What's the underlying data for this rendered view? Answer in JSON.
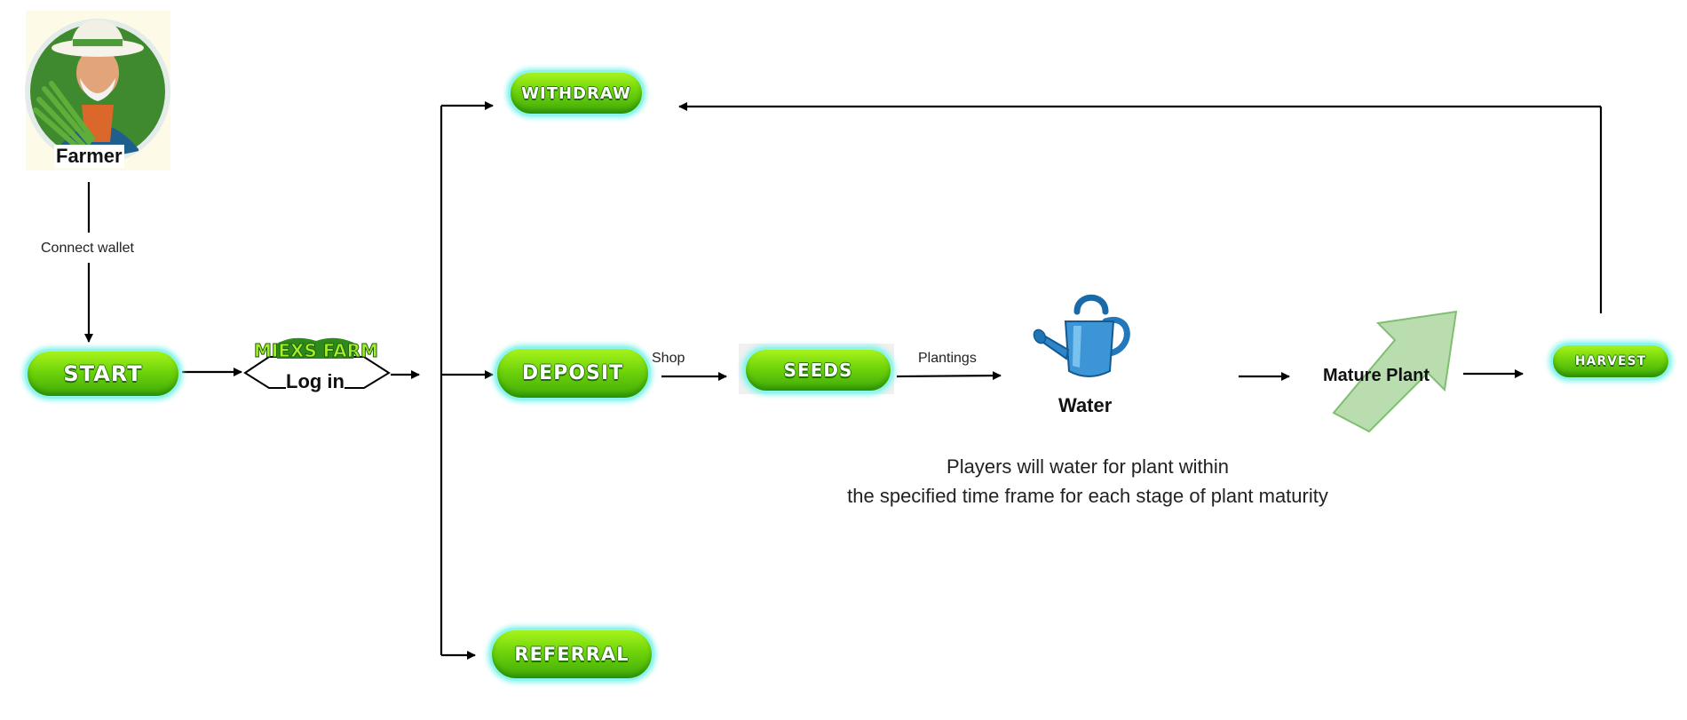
{
  "farmer": {
    "label": "Farmer"
  },
  "edges": {
    "connect_wallet": "Connect wallet",
    "shop": "Shop",
    "plantings": "Plantings"
  },
  "buttons": {
    "start": "START",
    "withdraw": "WITHDRAW",
    "deposit": "DEPOSIT",
    "referral": "REFERRAL",
    "seeds": "SEEDS",
    "harvest": "HARVEST"
  },
  "login": {
    "logo_text": "MIEXS FARM",
    "label": "Log in"
  },
  "water": {
    "label": "Water"
  },
  "mature_plant": {
    "label": "Mature Plant"
  },
  "note": {
    "line1": "Players will water for plant within",
    "line2": "the specified time frame for each stage of plant maturity"
  }
}
